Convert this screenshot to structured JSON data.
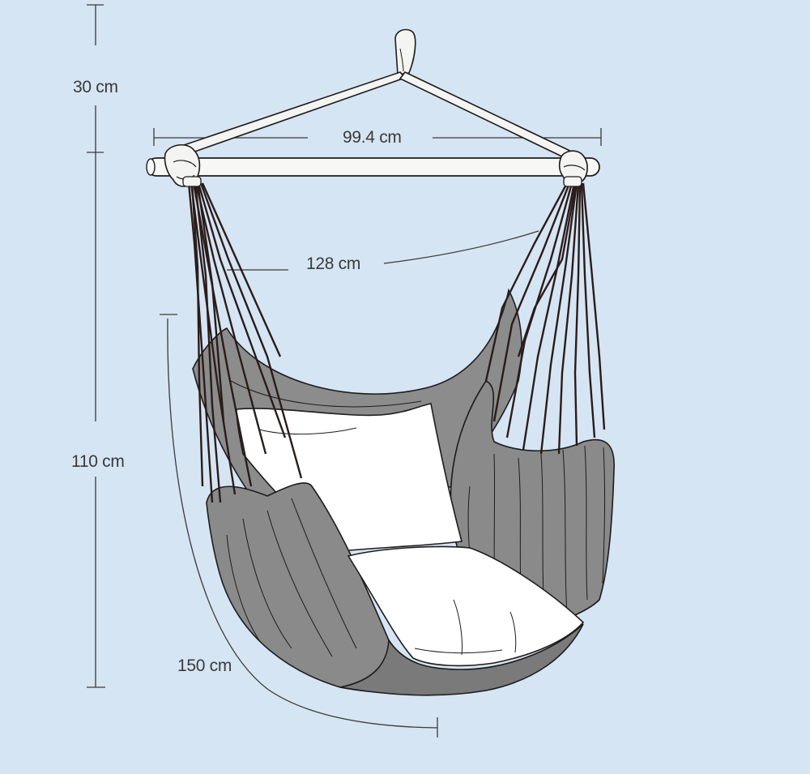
{
  "dimensions": {
    "top_hook_height": "30 cm",
    "bar_width": "99.4 cm",
    "rope_length": "128 cm",
    "chair_height": "110 cm",
    "seat_arc_length": "150 cm"
  },
  "colors": {
    "background": "#d6e5f3",
    "fabric": "#8a8a8a",
    "fabric_shadow": "#747474",
    "cushion": "#ffffff",
    "outline": "#1c1c1c",
    "rope": "#2a1c1a",
    "dimension_line": "#3a3a3a"
  },
  "icons": {
    "product": "hammock-chair-icon",
    "hook": "ceiling-hook-icon"
  }
}
